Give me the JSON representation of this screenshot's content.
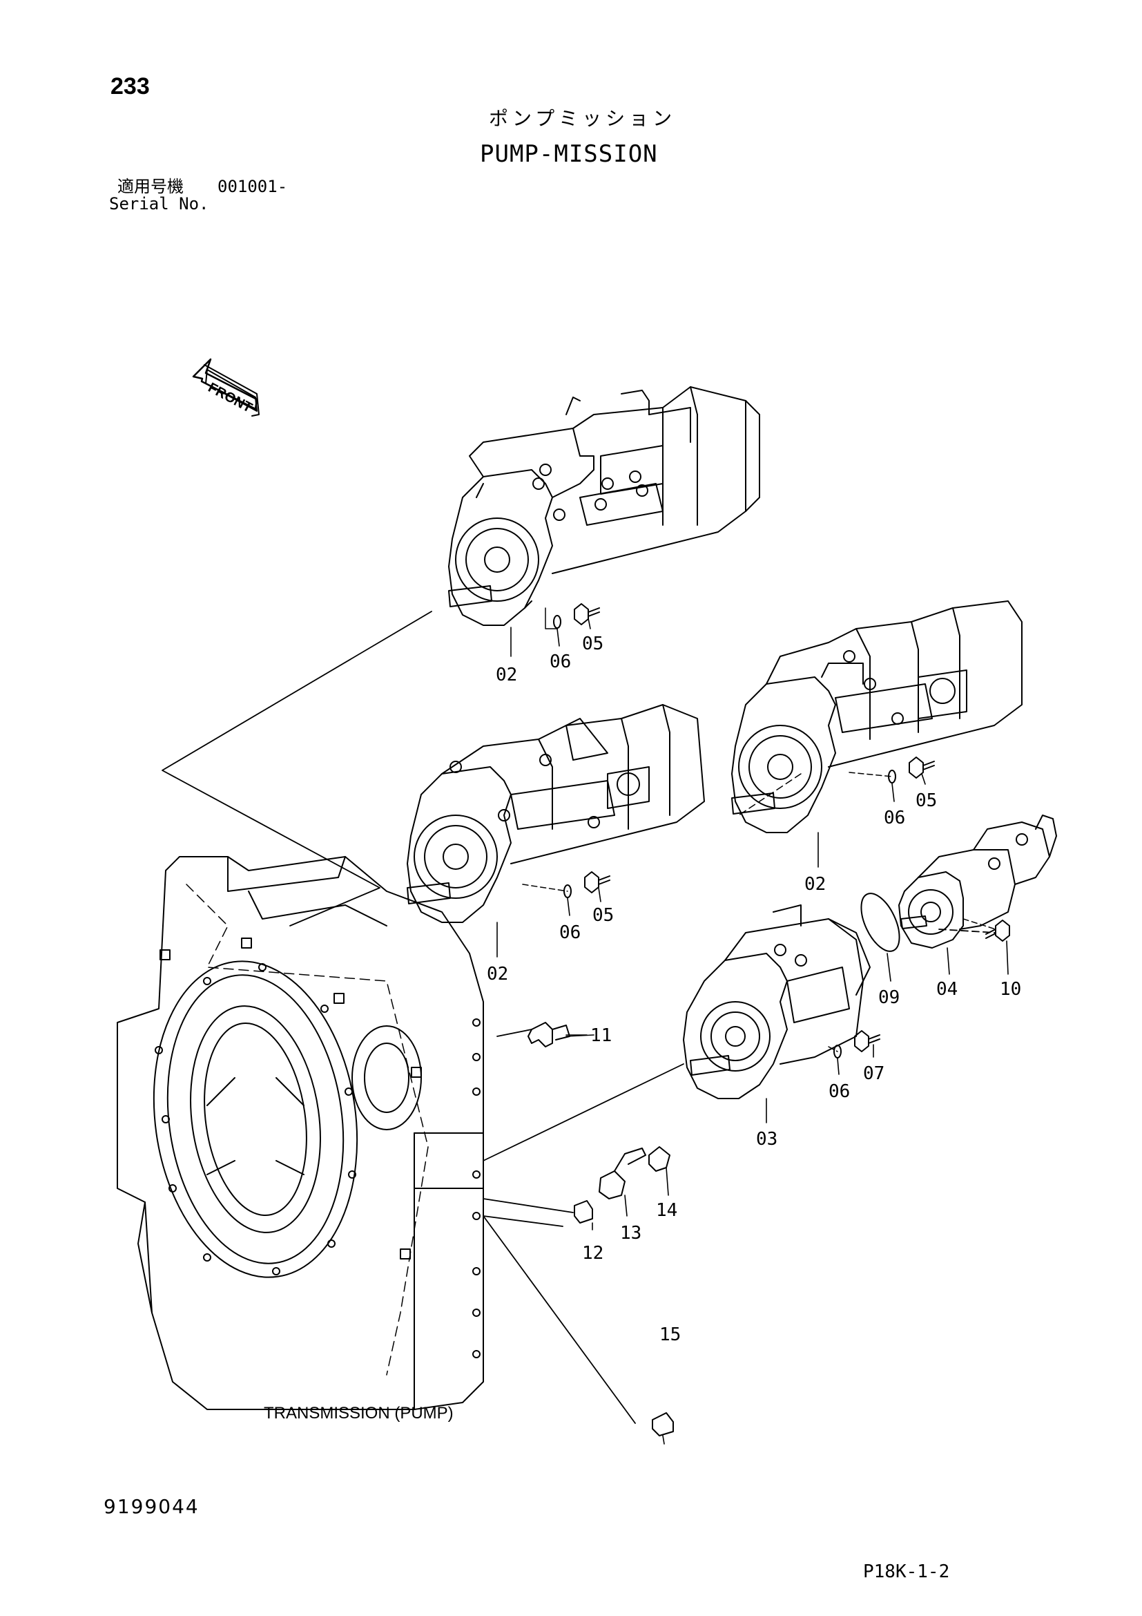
{
  "header": {
    "page_number": "233",
    "title_jp": "ポンプミッション",
    "title_en": "PUMP-MISSION",
    "serial_label_jp": "適用号機",
    "serial_range": "001001-",
    "serial_label_en": "Serial No."
  },
  "drawing": {
    "front_label": "FRONT",
    "transmission_label": "TRANSMISSION (PUMP)",
    "callouts": {
      "c02a": "02",
      "c06a": "06",
      "c05a": "05",
      "c02b": "02",
      "c06b": "06",
      "c05b": "05",
      "c02c": "02",
      "c06c": "06",
      "c05c": "05",
      "c11": "11",
      "c03": "03",
      "c06d": "06",
      "c07": "07",
      "c09": "09",
      "c04": "04",
      "c10": "10",
      "c12": "12",
      "c13": "13",
      "c14": "14",
      "c15": "15"
    }
  },
  "footer": {
    "doc_number": "9199044",
    "page_ref": "P18K-1-2"
  }
}
